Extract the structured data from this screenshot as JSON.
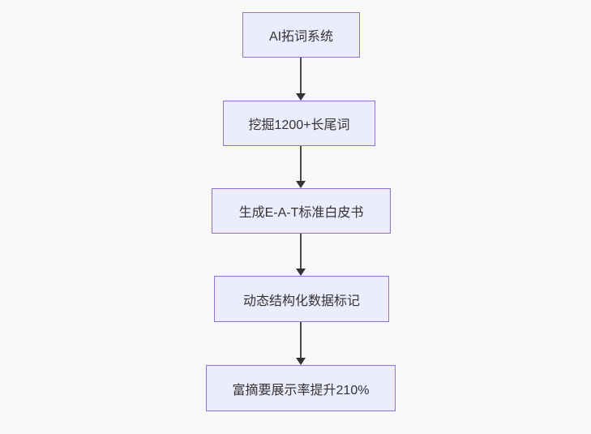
{
  "diagram": {
    "type": "flowchart",
    "direction": "top-down",
    "nodes": [
      {
        "id": "node-1",
        "label": "AI拓词系统"
      },
      {
        "id": "node-2",
        "label": "挖掘1200+长尾词"
      },
      {
        "id": "node-3",
        "label": "生成E-A-T标准白皮书"
      },
      {
        "id": "node-4",
        "label": "动态结构化数据标记"
      },
      {
        "id": "node-5",
        "label": "富摘要展示率提升210%"
      }
    ],
    "edges": [
      {
        "from": "node-1",
        "to": "node-2"
      },
      {
        "from": "node-2",
        "to": "node-3"
      },
      {
        "from": "node-3",
        "to": "node-4"
      },
      {
        "from": "node-4",
        "to": "node-5"
      }
    ],
    "colors": {
      "background": "#f8f8f8",
      "node_fill": "#ececff",
      "node_border": "#9370db",
      "edge_line": "#4b4b4b",
      "arrowhead": "#333333",
      "text": "#333333"
    }
  }
}
